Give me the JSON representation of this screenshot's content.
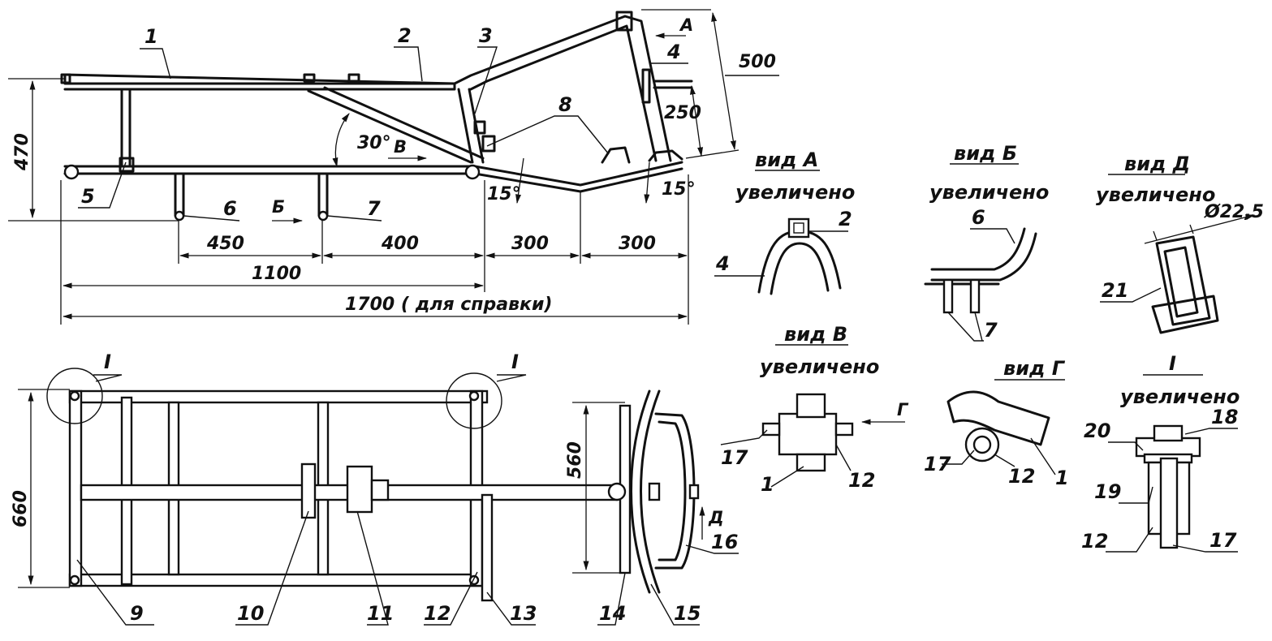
{
  "labels": {
    "p1": "1",
    "p2": "2",
    "p3": "3",
    "p4": "4",
    "p5": "5",
    "p6": "6",
    "p7": "7",
    "p8": "8",
    "p9": "9",
    "p10": "10",
    "p11": "11",
    "p12": "12",
    "p13": "13",
    "p14": "14",
    "p15": "15",
    "p16": "16",
    "vA2": "2",
    "vA4": "4",
    "vB6": "6",
    "vB7": "7",
    "vD21": "21",
    "vV17": "17",
    "vV1": "1",
    "vV12": "12",
    "vG17": "17",
    "vG12": "12",
    "vG1": "1",
    "vI20": "20",
    "vI18": "18",
    "vI19": "19",
    "vI12": "12",
    "vI17": "17"
  },
  "dimensions": {
    "d470": "470",
    "d500": "500",
    "d250": "250",
    "d30": "30°",
    "d15a": "15°",
    "d15b": "15°",
    "d450": "450",
    "d400": "400",
    "d300a": "300",
    "d300b": "300",
    "d1100": "1100",
    "d1700": "1700 ( для справки)",
    "d660": "660",
    "d560": "560",
    "d225": "Ø22,5"
  },
  "arrows": {
    "a": "А",
    "b": "Б",
    "v": "В",
    "g": "Г",
    "d": "Д",
    "i1": "I",
    "i2": "I"
  },
  "views": {
    "viewA": {
      "title": "вид А",
      "sub": "увеличено"
    },
    "viewB": {
      "title": "вид Б",
      "sub": "увеличено"
    },
    "viewD": {
      "title": "вид Д",
      "sub": "увеличено"
    },
    "viewV": {
      "title": "вид В",
      "sub": "увеличено"
    },
    "viewG": {
      "title": "вид Г"
    },
    "viewI": {
      "title": "I",
      "sub": "увеличено"
    }
  }
}
